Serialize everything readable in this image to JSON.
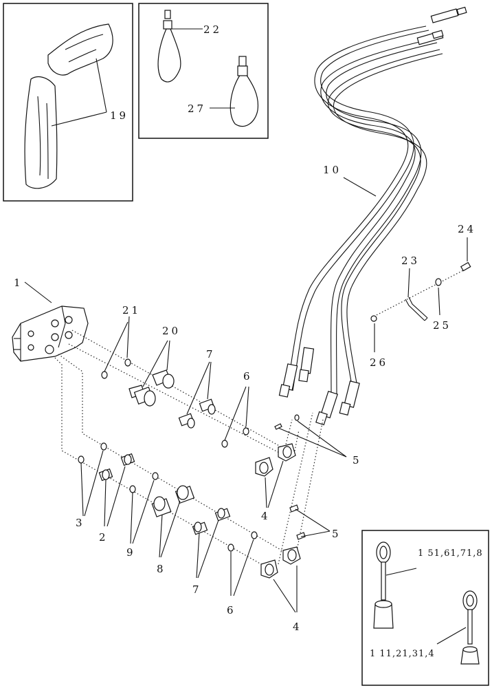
{
  "callouts": {
    "c1": "1",
    "c2": "2",
    "c3": "3",
    "c4a": "4",
    "c4b": "4",
    "c5a": "5",
    "c5b": "5",
    "c6a": "6",
    "c6b": "6",
    "c7a": "7",
    "c7b": "7",
    "c8": "8",
    "c9": "9",
    "c10": "10",
    "c19": "19",
    "c20": "20",
    "c21": "21",
    "c22": "22",
    "c23": "23",
    "c24": "24",
    "c25": "25",
    "c26": "26",
    "c27": "27",
    "inset_plug_large": "1 51,61,71,8",
    "inset_plug_small": "1 11,21,31,4"
  }
}
